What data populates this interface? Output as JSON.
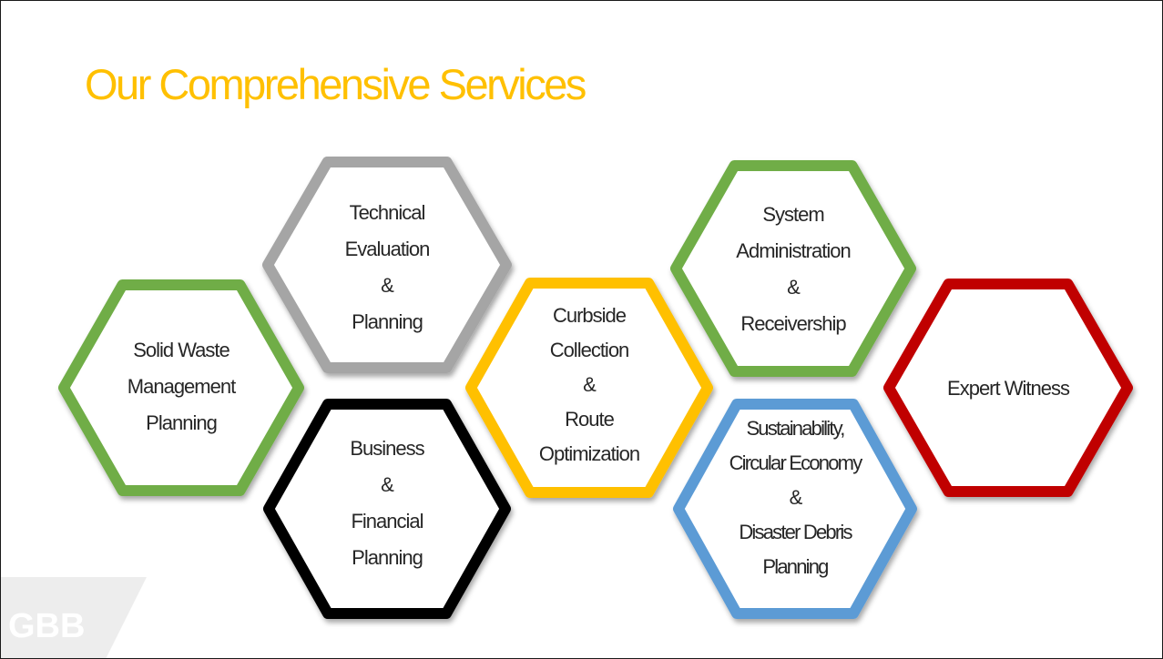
{
  "title": "Our Comprehensive Services",
  "colors": {
    "title": "#FFC000",
    "green": "#70AD47",
    "gray": "#A5A5A5",
    "black": "#000000",
    "gold": "#FFC000",
    "blue": "#5B9BD5",
    "red": "#C00000",
    "logo_band": "#EDEDED",
    "logo_text": "#ffffff"
  },
  "services": [
    {
      "id": "solid-waste",
      "color": "#70AD47",
      "lines": [
        "Solid Waste",
        "Management",
        "Planning"
      ]
    },
    {
      "id": "technical-evaluation",
      "color": "#A5A5A5",
      "lines": [
        "Technical",
        "Evaluation",
        "&",
        "Planning"
      ]
    },
    {
      "id": "business-financial",
      "color": "#000000",
      "lines": [
        "Business",
        "&",
        "Financial",
        "Planning"
      ]
    },
    {
      "id": "curbside-collection",
      "color": "#FFC000",
      "lines": [
        "Curbside",
        "Collection",
        "&",
        "Route",
        "Optimization"
      ]
    },
    {
      "id": "system-administration",
      "color": "#70AD47",
      "lines": [
        "System",
        "Administration",
        "&",
        "Receivership"
      ]
    },
    {
      "id": "sustainability",
      "color": "#5B9BD5",
      "lines": [
        "Sustainability,",
        "Circular Economy",
        "&",
        "Disaster Debris",
        "Planning"
      ]
    },
    {
      "id": "expert-witness",
      "color": "#C00000",
      "lines": [
        "Expert Witness"
      ]
    }
  ],
  "logo": {
    "text": "GBB"
  }
}
